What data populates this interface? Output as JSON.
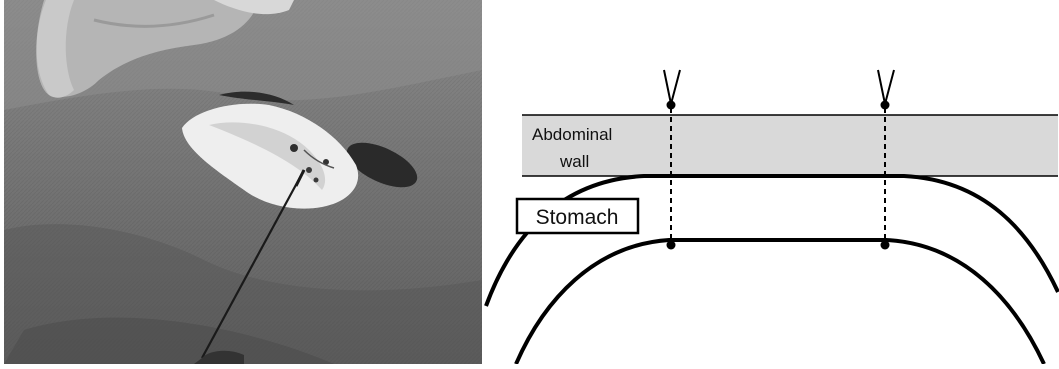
{
  "diagram": {
    "abdominal_wall_label_line1": "Abdominal",
    "abdominal_wall_label_line2": "wall",
    "stomach_label": "Stomach"
  },
  "colors": {
    "abdominal_wall_fill": "#d9d9d9",
    "outline": "#000000",
    "photo_drape": "#6f6f6f"
  }
}
